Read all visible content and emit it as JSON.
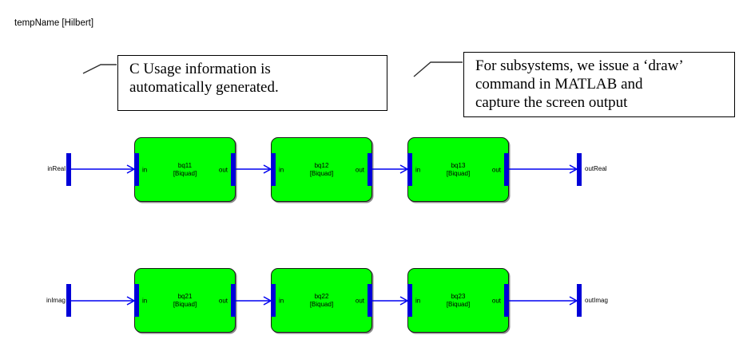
{
  "title": "tempName [Hilbert]",
  "colors": {
    "block_fill": "#00ff00",
    "port_bar": "#0000d8",
    "signal_line": "#0000f0",
    "leader_line": "#303030"
  },
  "callouts": [
    {
      "lines": [
        "C Usage information is",
        "automatically generated."
      ]
    },
    {
      "lines": [
        "For subsystems, we issue a ‘draw’",
        "command in MATLAB and",
        "capture the screen output"
      ]
    }
  ],
  "diagram": {
    "rows": [
      {
        "input_label": "inReal",
        "output_label": "outReal",
        "blocks": [
          {
            "name": "bq11",
            "type": "[Biquad]",
            "in_port": "in",
            "out_port": "out"
          },
          {
            "name": "bq12",
            "type": "[Biquad]",
            "in_port": "in",
            "out_port": "out"
          },
          {
            "name": "bq13",
            "type": "[Biquad]",
            "in_port": "in",
            "out_port": "out"
          }
        ]
      },
      {
        "input_label": "inImag",
        "output_label": "outImag",
        "blocks": [
          {
            "name": "bq21",
            "type": "[Biquad]",
            "in_port": "in",
            "out_port": "out"
          },
          {
            "name": "bq22",
            "type": "[Biquad]",
            "in_port": "in",
            "out_port": "out"
          },
          {
            "name": "bq23",
            "type": "[Biquad]",
            "in_port": "in",
            "out_port": "out"
          }
        ]
      }
    ]
  }
}
